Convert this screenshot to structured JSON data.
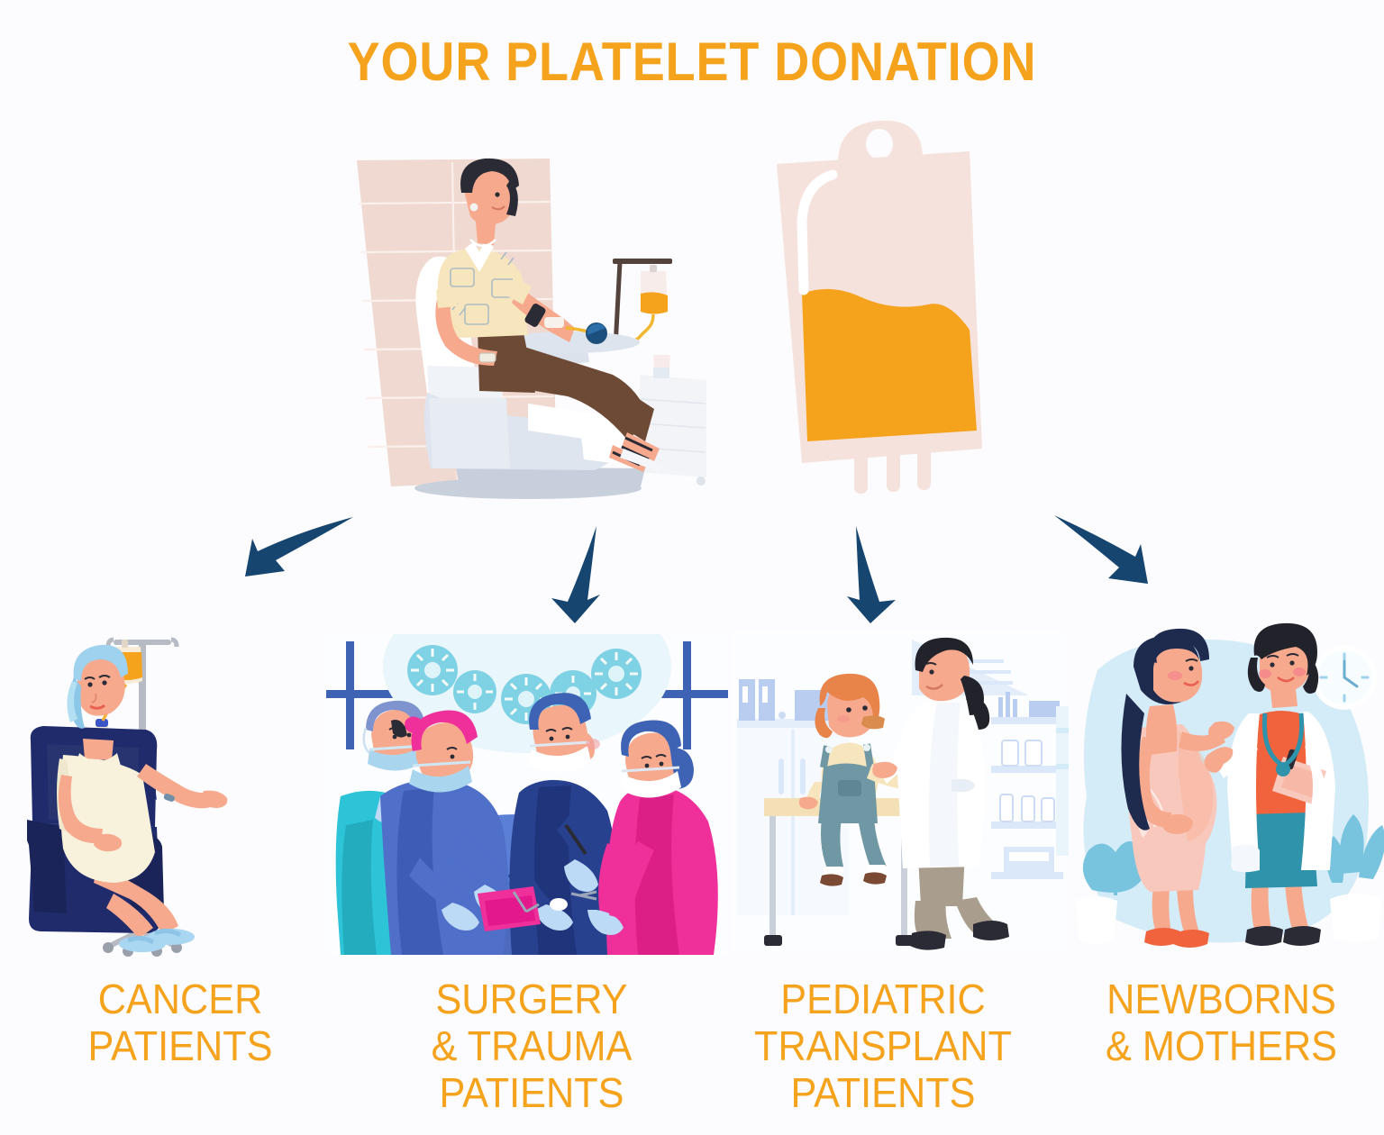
{
  "page": {
    "background_color": "#fcfbfd",
    "accent_orange": "#f5a31c",
    "arrow_navy": "#164570"
  },
  "header": {
    "title": "YOUR PLATELET DONATION"
  },
  "hero": {
    "donation_chair": {
      "alt_name": "platelet-donor-in-donation-chair",
      "donor": {
        "hair_color": "#2b2b35",
        "shirt_color": "#f7e6bd",
        "pants_color": "#6d4a36",
        "skin_color": "#f6a98d"
      },
      "iv_bag_fluid_color": "#f5a31c",
      "wall_color": "#efd8cf",
      "chair_color": "#ffffff",
      "squeeze_ball_color": "#1d4f7d"
    },
    "platelet_bag": {
      "alt_name": "platelet-unit-bag",
      "bag_color": "#f6e2dd",
      "fluid_color": "#f5a31c",
      "tube_color": "#ffffff",
      "fill_level_percent": 52
    }
  },
  "arrows": [
    {
      "name": "arrow-to-cancer-patients",
      "direction": "down-left"
    },
    {
      "name": "arrow-to-surgery-trauma-patients",
      "direction": "down"
    },
    {
      "name": "arrow-to-pediatric-transplant-patients",
      "direction": "down"
    },
    {
      "name": "arrow-to-newborns-mothers",
      "direction": "down-right"
    }
  ],
  "recipients": [
    {
      "id": "cancer-patients",
      "label": "CANCER\nPATIENTS",
      "scene_name": "cancer-patient-receiving-infusion",
      "colors": {
        "armchair": "#1f2b6b",
        "dress": "#f8f2dc",
        "headscarf": "#9fd2ee",
        "iv_bag_fluid": "#f5a31c",
        "pole": "#b7bcc4",
        "control_panel": "#3a55c8",
        "slippers": "#a9d6f0"
      }
    },
    {
      "id": "surgery-trauma-patients",
      "label": "SURGERY\n& TRAUMA\nPATIENTS",
      "scene_name": "operating-room-surgical-team",
      "colors": {
        "room_bg": "#ffffff",
        "window_frame": "#3f63b4",
        "surgical_light": "#7fd2e3",
        "scrub_teal": "#2ec4d8",
        "scrub_blue_light": "#5b7fd4",
        "scrub_blue_dark": "#27418f",
        "scrub_pink": "#ef2f9a",
        "cap_pink": "#ef2f9a",
        "glove": "#bcd9f5",
        "table": "#4d6bbe"
      },
      "staff_count": 4
    },
    {
      "id": "pediatric-transplant-patients",
      "label": "PEDIATRIC\nTRANSPLANT\nPATIENTS",
      "scene_name": "pediatrician-examining-child",
      "colors": {
        "clinic_bg": "#eef4fd",
        "cabinet": "#ffffff",
        "doctor_coat": "#ffffff",
        "doctor_pants": "#a99d8e",
        "doctor_hair": "#22222b",
        "child_hair": "#e8834a",
        "child_overalls": "#6f97a4",
        "child_shirt": "#f7e6bd",
        "exam_table_top": "#f3e0b6"
      }
    },
    {
      "id": "newborns-mothers",
      "label": "NEWBORNS\n& MOTHERS",
      "scene_name": "pregnant-woman-with-doctor",
      "colors": {
        "blob_bg": "#d4ecf8",
        "mother_hair": "#1e2a4e",
        "mother_dress": "#f9c8bc",
        "doctor_coat": "#ffffff",
        "doctor_top": "#f0633c",
        "doctor_skirt": "#2e93ab",
        "plant": "#78c3dd",
        "clock_face": "#ffffff"
      }
    }
  ]
}
